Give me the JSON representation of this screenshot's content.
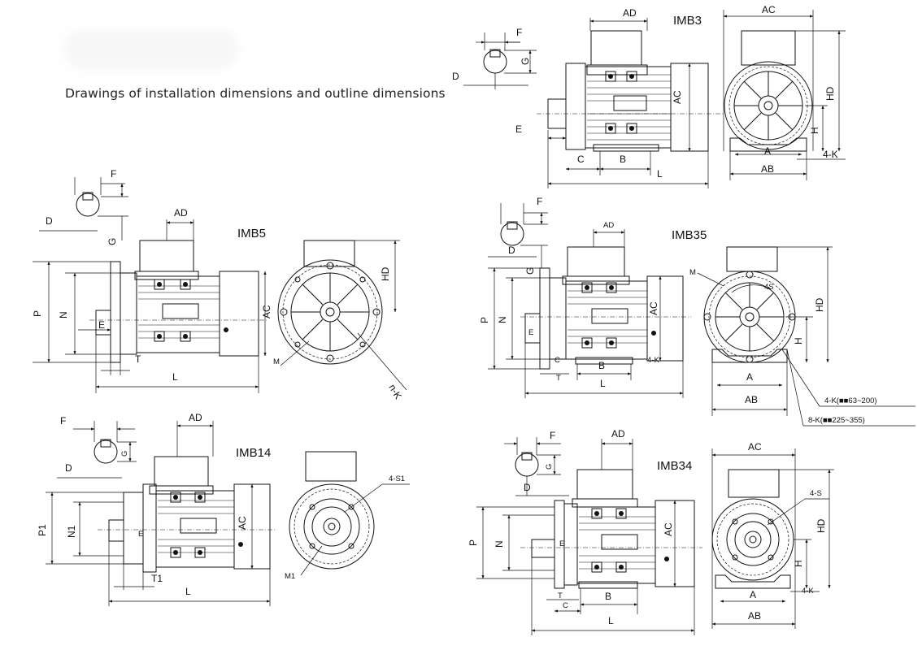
{
  "header": {
    "caption": "Drawings of installation dimensions and outline dimensions"
  },
  "shaft_labels": {
    "F": "F",
    "G": "G",
    "D": "D"
  },
  "views": {
    "imb3": {
      "title": "IMB3",
      "dims": {
        "AD": "AD",
        "AC": "AC",
        "E": "E",
        "C": "C",
        "B": "B",
        "L": "L",
        "HD": "HD",
        "H": "H",
        "A": "A",
        "AB": "AB",
        "K": "4-K"
      }
    },
    "imb5": {
      "title": "IMB5",
      "dims": {
        "AD": "AD",
        "AC": "AC",
        "P": "P",
        "N": "N",
        "E": "E",
        "T": "T",
        "L": "L",
        "M": "M",
        "HD": "HD",
        "nK": "n-K"
      }
    },
    "imb35": {
      "title": "IMB35",
      "dims": {
        "AD": "AD",
        "AC": "AC",
        "P": "P",
        "N": "N",
        "E": "E",
        "C": "C",
        "T": "T",
        "B": "B",
        "L": "L",
        "K": "4-K",
        "M": "M",
        "S": "4S",
        "HD": "HD",
        "H": "H",
        "A": "A",
        "AB": "AB"
      },
      "notes": [
        "4-K(■■63~200)",
        "8-K(■■225~355)"
      ]
    },
    "imb14": {
      "title": "IMB14",
      "dims": {
        "AD": "AD",
        "AC": "AC",
        "P1": "P1",
        "N1": "N1",
        "E": "E",
        "T1": "T1",
        "L": "L",
        "M1": "M1",
        "S1": "4-S1"
      }
    },
    "imb34": {
      "title": "IMB34",
      "dims": {
        "AD": "AD",
        "AC": "AC",
        "P": "P",
        "N": "N",
        "E": "E",
        "T": "T",
        "C": "C",
        "B": "B",
        "L": "L",
        "S": "4-S",
        "HD": "HD",
        "H": "H",
        "K": "4-K",
        "A": "A",
        "AB": "AB"
      }
    }
  }
}
